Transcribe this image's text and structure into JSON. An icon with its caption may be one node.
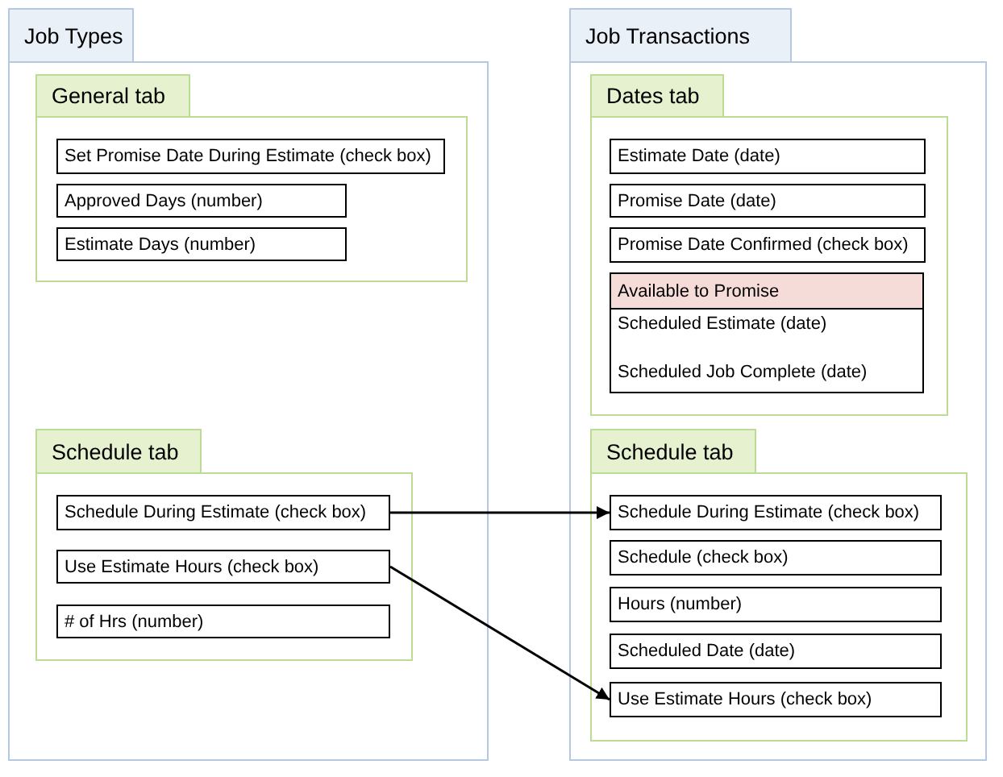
{
  "diagram": {
    "nodes": [
      {
        "text": [
          "Job Types"
        ]
      },
      {
        "text": [
          "General tab"
        ],
        "in": 0
      },
      {
        "text": [
          "Set Promise Date During Estimate (check box)"
        ],
        "in": 1
      },
      {
        "text": [
          "Approved Days (number)"
        ],
        "in": 1
      },
      {
        "text": [
          "Estimate Days (number)"
        ],
        "in": 1
      },
      {
        "text": [
          "Schedule tab"
        ],
        "in": 0
      },
      {
        "text": [
          "Schedule During Estimate (check box)"
        ],
        "in": 5
      },
      {
        "text": [
          "Use Estimate Hours (check box)"
        ],
        "in": 5
      },
      {
        "text": [
          "# of Hrs (number)"
        ],
        "in": 5
      },
      {
        "text": [
          "Job Transactions"
        ]
      },
      {
        "text": [
          "Dates tab"
        ],
        "in": 9
      },
      {
        "text": [
          "Estimate Date (date)"
        ],
        "in": 10
      },
      {
        "text": [
          "Promise Date (date)"
        ],
        "in": 10
      },
      {
        "text": [
          "Promise Date Confirmed (check box)"
        ],
        "in": 10
      },
      {
        "text": [
          "Available to Promise",
          "Scheduled Estimate (date)",
          "Scheduled Job Complete (date)"
        ],
        "in": 10
      },
      {
        "text": [
          "Schedule tab"
        ],
        "in": 9
      },
      {
        "text": [
          "Schedule During Estimate (check box)"
        ],
        "in": 15
      },
      {
        "text": [
          "Schedule (check box)"
        ],
        "in": 15
      },
      {
        "text": [
          "Hours (number)"
        ],
        "in": 15
      },
      {
        "text": [
          "Scheduled Date (date)"
        ],
        "in": 15
      },
      {
        "text": [
          "Use Estimate Hours (check box)"
        ],
        "in": 15
      }
    ],
    "edges": [
      {
        "from": 6,
        "to": 16,
        "arrow": "to"
      },
      {
        "from": 7,
        "to": 20,
        "arrow": "to"
      }
    ]
  }
}
